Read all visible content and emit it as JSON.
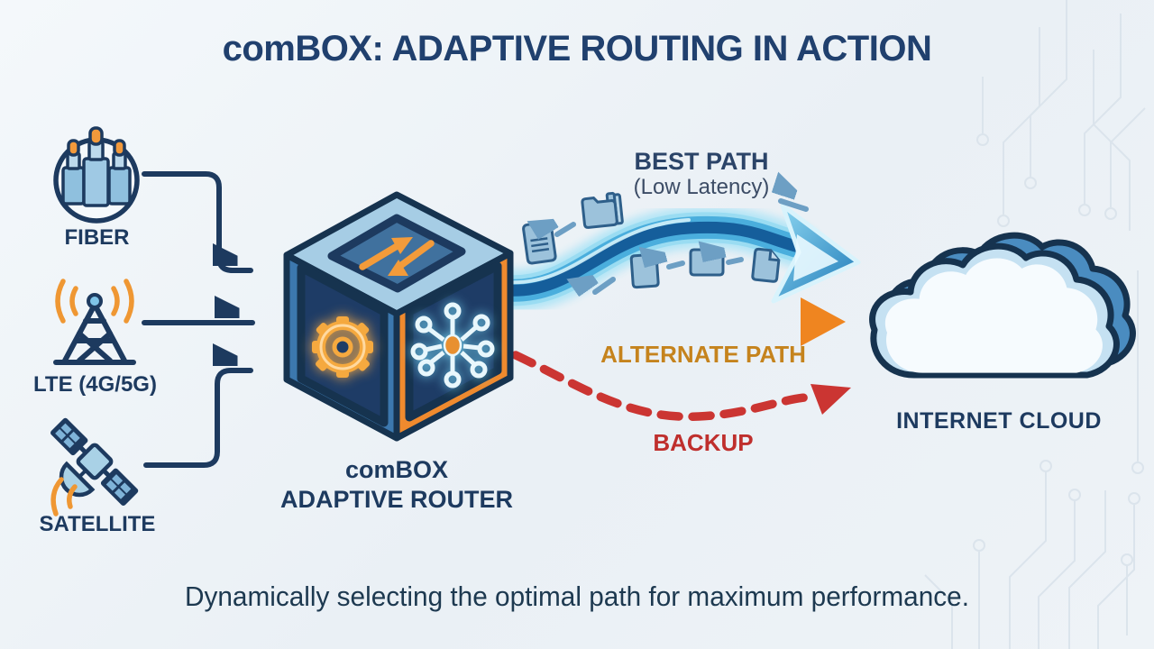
{
  "title": "comBOX: ADAPTIVE ROUTING IN ACTION",
  "sources": {
    "fiber": {
      "label": "FIBER",
      "icon": "fiber-cables-icon"
    },
    "lte": {
      "label": "LTE (4G/5G)",
      "icon": "cell-tower-icon"
    },
    "satellite": {
      "label": "SATELLITE",
      "icon": "satellite-icon"
    }
  },
  "router": {
    "line1": "comBOX",
    "line2": "ADAPTIVE ROUTER",
    "faces": {
      "top_icon": "data-transfer-arrows-icon",
      "left_icon": "gear-icon",
      "right_icon": "network-hub-icon"
    }
  },
  "paths": {
    "best": {
      "label": "BEST PATH",
      "sublabel": "(Low Latency)",
      "color": "#1f7ab8",
      "style": "solid-glow-ribbon"
    },
    "alternate": {
      "label": "ALTERNATE PATH",
      "color": "#ef8520",
      "style": "solid"
    },
    "backup": {
      "label": "BACKUP",
      "color": "#cb3532",
      "style": "dashed"
    }
  },
  "destination": {
    "label": "INTERNET CLOUD",
    "icon": "cloud-icon"
  },
  "caption": "Dynamically selecting the optimal path for maximum performance.",
  "colors": {
    "navy": "#1d3a5f",
    "background": "#eef3f7",
    "best_path_blue": "#1f7ab8",
    "alternate_orange": "#ef8520",
    "backup_red": "#cb3532",
    "cube_top": "#a6cde5",
    "cube_left": "#3c78ae",
    "cube_right": "#ef8a2e",
    "panel_navy": "#1e3c66"
  }
}
